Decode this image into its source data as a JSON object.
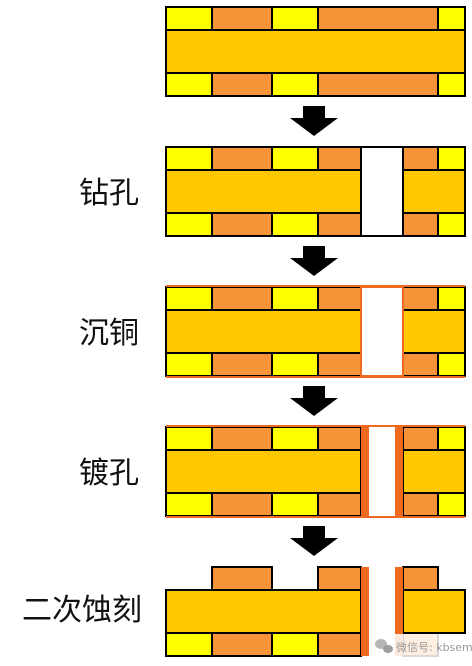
{
  "steps": [
    {
      "label": ""
    },
    {
      "label": "钻孔"
    },
    {
      "label": "沉铜"
    },
    {
      "label": "镀孔"
    },
    {
      "label": "二次蚀刻"
    }
  ],
  "watermark": {
    "text": "微信号: kbsems",
    "icon": "wechat-icon"
  },
  "colors": {
    "core": "#ffc800",
    "pad_yellow": "#ffff00",
    "pad_orange": "#f7943a",
    "copper": "#ee6a1e",
    "outline": "#000000",
    "arrow": "#000000",
    "hole": "#ffffff"
  }
}
